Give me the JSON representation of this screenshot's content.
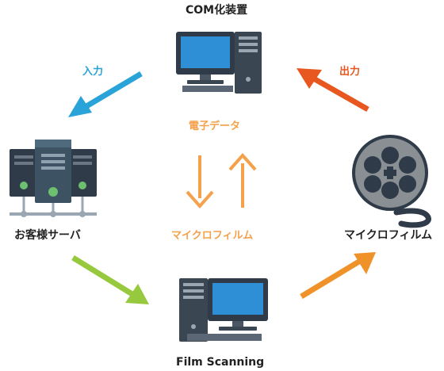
{
  "nodes": {
    "com_device": "COM化装置",
    "customer_server": "お客様サーバ",
    "microfilm": "マイクロフィルム",
    "film_scanning": "Film Scanning"
  },
  "center": {
    "top_label": "電子データ",
    "bottom_label": "マイクロフィルム"
  },
  "edges": {
    "input": "入力",
    "output": "出力"
  },
  "colors": {
    "text_dark": "#222222",
    "blue": "#29a3d8",
    "orange_red": "#e8571f",
    "green": "#96c93d",
    "orange": "#f0922a",
    "center_orange": "#f5a04a",
    "monitor_screen": "#2e8fd6",
    "monitor_frame": "#2f3b48",
    "tower": "#6b7683",
    "film_grey": "#8a8f94"
  }
}
